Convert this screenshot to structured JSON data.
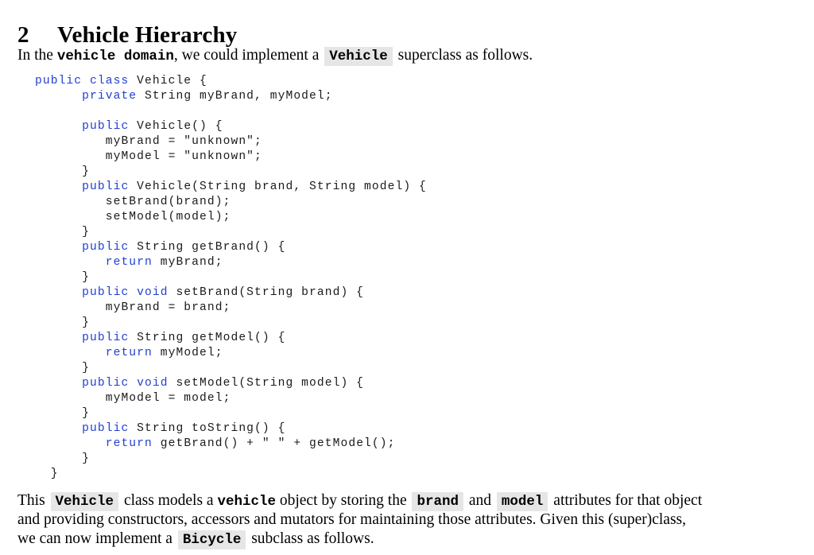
{
  "section": {
    "number": "2",
    "title": "Vehicle Hierarchy"
  },
  "intro": {
    "t1": "In the ",
    "code1": "vehicle domain",
    "t2": ", we could implement a ",
    "chip1": "Vehicle",
    "t3": " superclass as follows."
  },
  "code_listing": {
    "language": "java",
    "lines": [
      {
        "indent": "",
        "kw": "public class",
        "rest": " Vehicle {"
      },
      {
        "indent": "      ",
        "kw": "private",
        "rest": " String myBrand, myModel;"
      },
      {
        "indent": "",
        "kw": "",
        "rest": ""
      },
      {
        "indent": "      ",
        "kw": "public",
        "rest": " Vehicle() {"
      },
      {
        "indent": "         ",
        "kw": "",
        "rest": "myBrand = \"unknown\";"
      },
      {
        "indent": "         ",
        "kw": "",
        "rest": "myModel = \"unknown\";"
      },
      {
        "indent": "      ",
        "kw": "",
        "rest": "}"
      },
      {
        "indent": "      ",
        "kw": "public",
        "rest": " Vehicle(String brand, String model) {"
      },
      {
        "indent": "         ",
        "kw": "",
        "rest": "setBrand(brand);"
      },
      {
        "indent": "         ",
        "kw": "",
        "rest": "setModel(model);"
      },
      {
        "indent": "      ",
        "kw": "",
        "rest": "}"
      },
      {
        "indent": "      ",
        "kw": "public",
        "rest": " String getBrand() {"
      },
      {
        "indent": "         ",
        "kw": "return",
        "rest": " myBrand;"
      },
      {
        "indent": "      ",
        "kw": "",
        "rest": "}"
      },
      {
        "indent": "      ",
        "kw": "public void",
        "rest": " setBrand(String brand) {"
      },
      {
        "indent": "         ",
        "kw": "",
        "rest": "myBrand = brand;"
      },
      {
        "indent": "      ",
        "kw": "",
        "rest": "}"
      },
      {
        "indent": "      ",
        "kw": "public",
        "rest": " String getModel() {"
      },
      {
        "indent": "         ",
        "kw": "return",
        "rest": " myModel;"
      },
      {
        "indent": "      ",
        "kw": "",
        "rest": "}"
      },
      {
        "indent": "      ",
        "kw": "public void",
        "rest": " setModel(String model) {"
      },
      {
        "indent": "         ",
        "kw": "",
        "rest": "myModel = model;"
      },
      {
        "indent": "      ",
        "kw": "",
        "rest": "}"
      },
      {
        "indent": "      ",
        "kw": "public",
        "rest": " String toString() {"
      },
      {
        "indent": "         ",
        "kw": "return",
        "rest": " getBrand() + \" \" + getModel();"
      },
      {
        "indent": "      ",
        "kw": "",
        "rest": "}"
      },
      {
        "indent": "  ",
        "kw": "",
        "rest": "}"
      }
    ]
  },
  "outro": {
    "line1": {
      "t1": "This ",
      "chip1": "Vehicle",
      "t2": " class models a ",
      "code1": "vehicle",
      "t3": " object by storing the ",
      "chip2": "brand",
      "t4": " and ",
      "chip3": "model",
      "t5": " attributes for that object"
    },
    "line2": "and providing constructors, accessors and mutators for maintaining those attributes.  Given this (super)class,",
    "line3": {
      "t1": "we can now implement a ",
      "chip1": "Bicycle",
      "t2": " subclass as follows."
    }
  },
  "colors": {
    "keyword": "#1f3fd0",
    "chip_background": "#e6e6e6",
    "text": "#000000"
  }
}
